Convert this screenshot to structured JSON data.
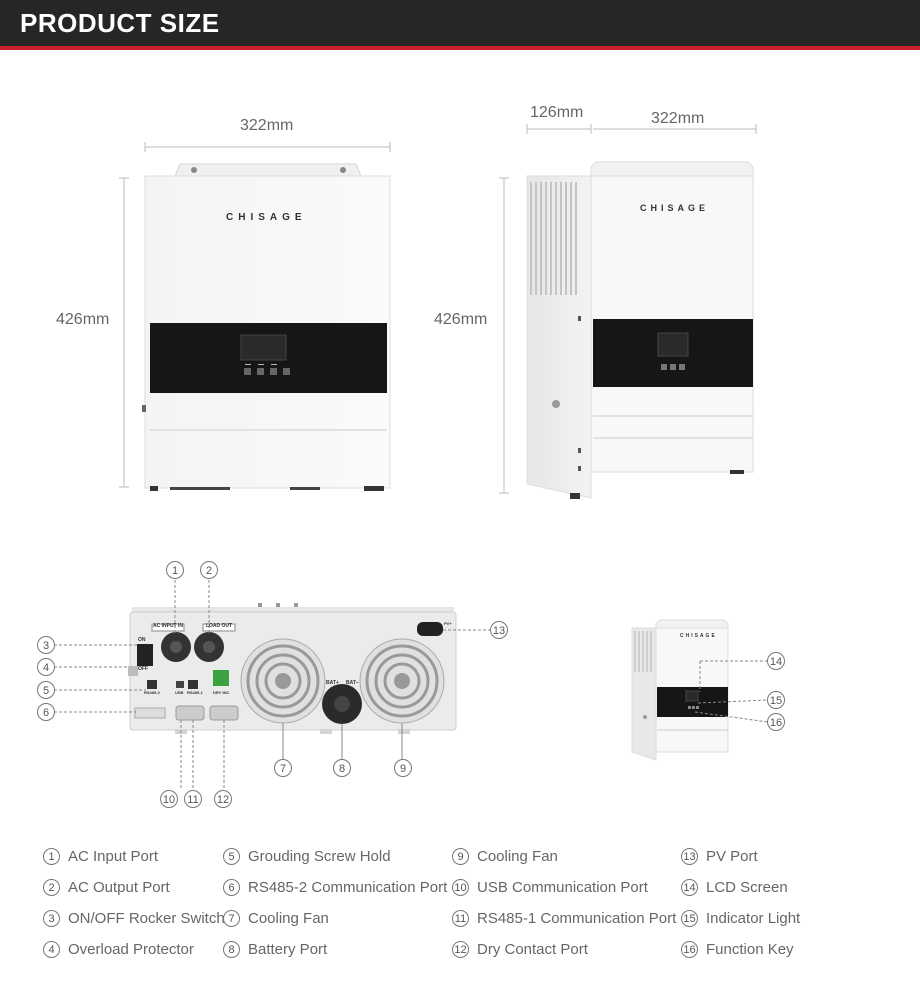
{
  "header": {
    "title": "PRODUCT SIZE"
  },
  "front_view": {
    "width_label": "322mm",
    "height_label": "426mm",
    "brand": "CHISAGE"
  },
  "side_view": {
    "depth_label": "126mm",
    "width_label": "322mm",
    "height_label": "426mm",
    "brand": "CHISAGE"
  },
  "bottom_view": {
    "port_labels": {
      "ac_input": "AC INPUT IN",
      "ac_output": "LOAD OUT",
      "on": "ON",
      "off": "OFF",
      "bat_plus": "BAT+",
      "bat_minus": "BAT−",
      "pv": "PV+",
      "rs485_2": "RS485-2",
      "usb": "USB",
      "rs485_1": "RS485-1",
      "dry": "DRY INC"
    },
    "callouts": [
      "1",
      "2",
      "3",
      "4",
      "5",
      "6",
      "7",
      "8",
      "9",
      "10",
      "11",
      "12",
      "13"
    ]
  },
  "small_view": {
    "brand": "CHISAGE",
    "callouts": [
      "14",
      "15",
      "16"
    ]
  },
  "legend": [
    {
      "num": "1",
      "label": "AC Input Port"
    },
    {
      "num": "2",
      "label": "AC Output Port"
    },
    {
      "num": "3",
      "label": "ON/OFF Rocker Switch"
    },
    {
      "num": "4",
      "label": "Overload Protector"
    },
    {
      "num": "5",
      "label": "Grouding Screw Hold"
    },
    {
      "num": "6",
      "label": "RS485-2 Communication Port"
    },
    {
      "num": "7",
      "label": "Cooling Fan"
    },
    {
      "num": "8",
      "label": "Battery Port"
    },
    {
      "num": "9",
      "label": "Cooling Fan"
    },
    {
      "num": "10",
      "label": "USB Communication Port"
    },
    {
      "num": "11",
      "label": "RS485-1 Communication Port"
    },
    {
      "num": "12",
      "label": "Dry Contact Port"
    },
    {
      "num": "13",
      "label": "PV Port"
    },
    {
      "num": "14",
      "label": "LCD Screen"
    },
    {
      "num": "15",
      "label": "Indicator Light"
    },
    {
      "num": "16",
      "label": "Function Key"
    }
  ]
}
